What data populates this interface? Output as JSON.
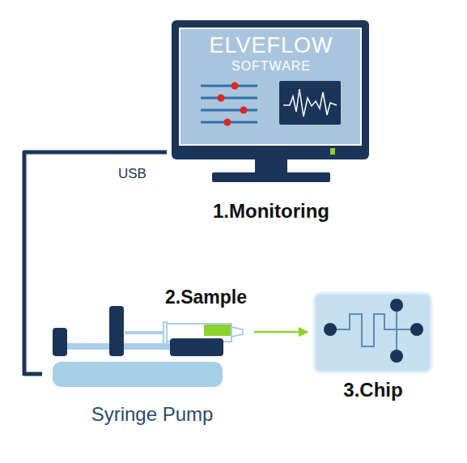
{
  "diagram": {
    "nodes": [
      {
        "text": [
          "ELVEFLOW",
          "SOFTWARE",
          "1.Monitoring"
        ]
      },
      {
        "text": [
          "Syringe Pump"
        ]
      },
      {
        "text": [
          "2.Sample"
        ],
        "in": 1
      },
      {
        "text": [
          "3.Chip"
        ]
      }
    ],
    "edges": [
      {
        "from": 0,
        "to": 1,
        "arrow": "none",
        "label": "USB"
      },
      {
        "from": 2,
        "to": 3,
        "arrow": "to"
      }
    ]
  }
}
